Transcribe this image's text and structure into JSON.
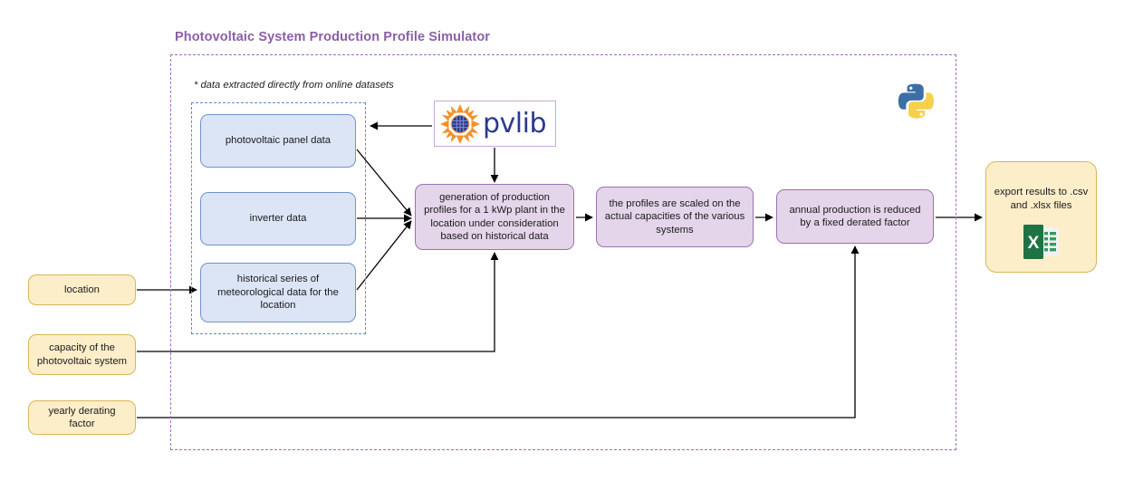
{
  "title": "Photovoltaic System Production Profile Simulator",
  "note": "* data extracted directly from online datasets",
  "data_sources": {
    "panel": "photovoltaic panel data",
    "inverter": "inverter data",
    "weather": "historical series of meteorological data for the location"
  },
  "inputs": {
    "location": "location",
    "capacity": "capacity of the photovoltaic system",
    "derating": "yearly derating factor"
  },
  "processes": {
    "generation": "generation of production profiles for a 1 kWp plant in the location under consideration based on historical data",
    "scaling": "the profiles are scaled on the actual capacities of the various systems",
    "derating": "annual production is reduced by a fixed derated factor"
  },
  "output": {
    "export": "export results to .csv and .xlsx files"
  },
  "logos": {
    "pvlib": "pvlib",
    "python": "python-logo",
    "excel": "excel-icon"
  },
  "colors": {
    "title_purple": "#8b5fa8",
    "outer_border": "#a06dba",
    "inner_border": "#5b8cc8",
    "blue_fill": "#dbe5f5",
    "blue_border": "#7094cd",
    "purple_fill": "#e4d5ea",
    "purple_border": "#9a72ab",
    "yellow_fill": "#fdeeca",
    "yellow_border": "#d6b656",
    "connector": "#000000",
    "pvlib_blue": "#2b3a8f",
    "pvlib_orange": "#f0922b",
    "excel_green": "#1f7244",
    "python_blue": "#3c6fa5",
    "python_yellow": "#f5d14d"
  }
}
